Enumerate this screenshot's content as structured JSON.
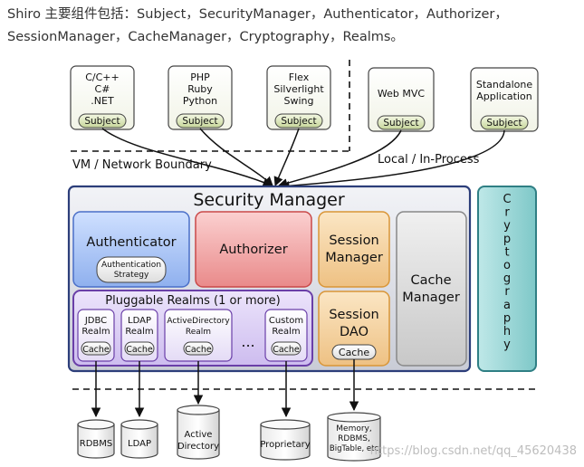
{
  "intro": {
    "text": "Shiro 主要组件包括：Subject，SecurityManager，Authenticator，Authorizer，SessionManager，CacheManager，Cryptography，Realms。"
  },
  "clients": [
    {
      "lines": [
        "C/C++",
        "C#",
        ".NET"
      ],
      "subject": "Subject"
    },
    {
      "lines": [
        "PHP",
        "Ruby",
        "Python"
      ],
      "subject": "Subject"
    },
    {
      "lines": [
        "Flex",
        "Silverlight",
        "Swing"
      ],
      "subject": "Subject"
    },
    {
      "lines": [
        "Web MVC"
      ],
      "subject": "Subject"
    },
    {
      "lines": [
        "Standalone",
        "Application"
      ],
      "subject": "Subject"
    }
  ],
  "boundary": {
    "vm": "VM / Network Boundary",
    "local": "Local / In-Process"
  },
  "security_manager": {
    "title": "Security Manager"
  },
  "authenticator": {
    "title": "Authenticator",
    "strategy": [
      "Authentication",
      "Strategy"
    ]
  },
  "authorizer": {
    "title": "Authorizer"
  },
  "session_manager": {
    "lines": [
      "Session",
      "Manager"
    ]
  },
  "cache_manager": {
    "lines": [
      "Cache",
      "Manager"
    ]
  },
  "session_dao": {
    "lines": [
      "Session",
      "DAO"
    ],
    "cache": "Cache"
  },
  "realms": {
    "title": "Pluggable Realms (1 or more)",
    "items": [
      {
        "lines": [
          "JDBC",
          "Realm"
        ],
        "cache": "Cache"
      },
      {
        "lines": [
          "LDAP",
          "Realm"
        ],
        "cache": "Cache"
      },
      {
        "lines": [
          "ActiveDirectory",
          "Realm"
        ],
        "cache": "Cache"
      },
      {
        "lines": [
          "Custom",
          "Realm"
        ],
        "cache": "Cache"
      }
    ],
    "ellipsis": "..."
  },
  "cryptography": {
    "letters": [
      "C",
      "r",
      "y",
      "p",
      "t",
      "o",
      "g",
      "r",
      "a",
      "p",
      "h",
      "y"
    ]
  },
  "datastores": [
    {
      "lines": [
        "RDBMS"
      ]
    },
    {
      "lines": [
        "LDAP"
      ]
    },
    {
      "lines": [
        "Active",
        "Directory"
      ]
    },
    {
      "lines": [
        "Proprietary"
      ]
    },
    {
      "lines": [
        "Memory,",
        "RDBMS,",
        "BigTable, etc"
      ]
    }
  ],
  "watermark": "https://blog.csdn.net/qq_45620438"
}
